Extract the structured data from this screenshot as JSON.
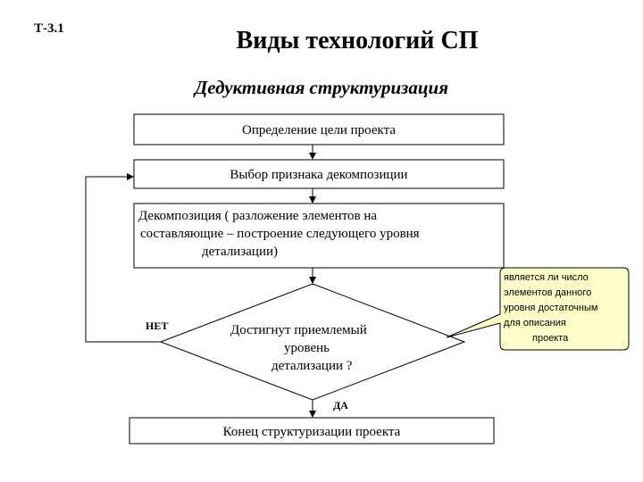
{
  "slide_id": "Т-3.1",
  "title": "Виды технологий СП",
  "subtitle": "Дедуктивная структуризация",
  "boxes": {
    "goal": "Определение цели проекта",
    "feature": "Выбор признака декомпозиции",
    "decomposition_lines": [
      "Декомпозиция ( разложение элементов на",
      "составляющие – построение следующего уровня",
      "детализации)"
    ],
    "end": "Конец структуризации проекта"
  },
  "decision": {
    "lines": [
      "Достигнут приемлемый",
      "уровень",
      "детализации ?"
    ],
    "no_label": "НЕТ",
    "yes_label": "ДА"
  },
  "callout": {
    "lines": [
      "является ли число",
      "элементов данного",
      "уровня достаточным",
      "для описания",
      "проекта"
    ],
    "fill": "#ffffcc"
  }
}
